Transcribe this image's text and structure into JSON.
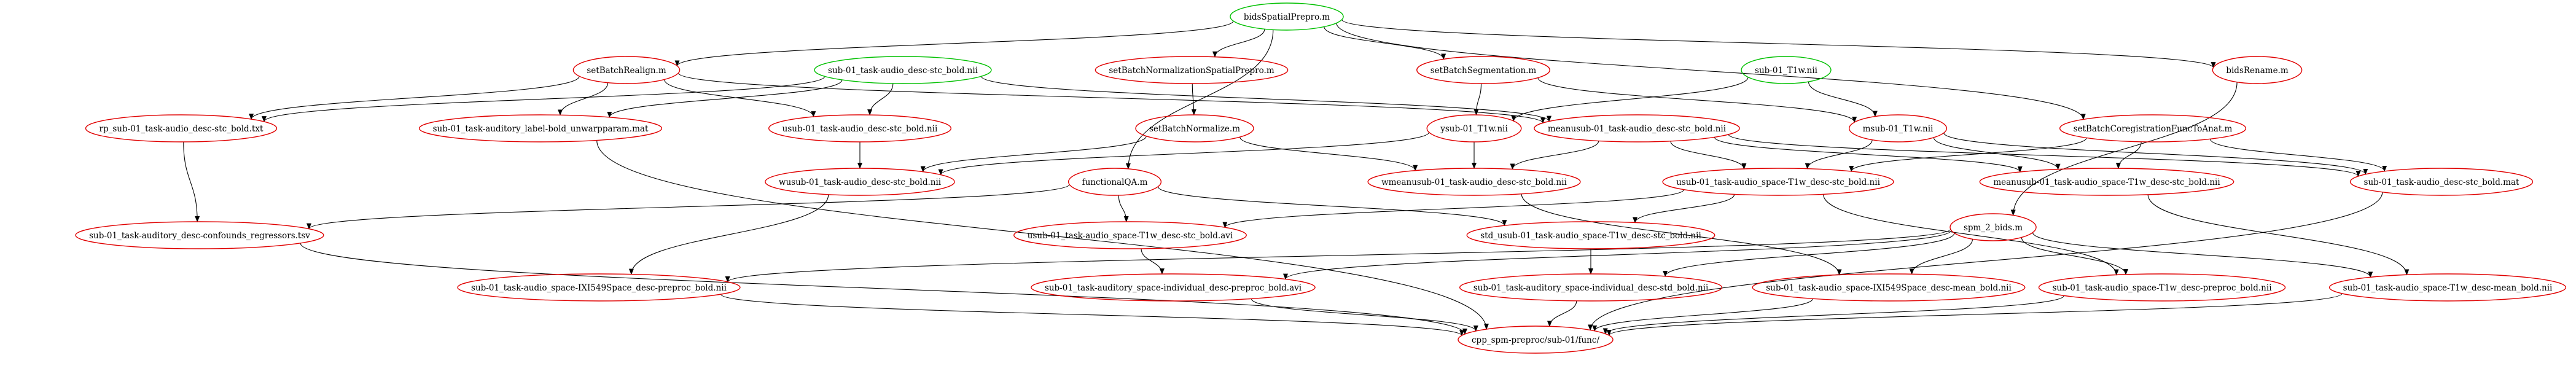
{
  "colors": {
    "input": "#00c000",
    "output": "#e00000",
    "edge": "#000000"
  },
  "nodes": [
    {
      "id": "bidsSpatialPrepro",
      "label": "bidsSpatialPrepro.m",
      "kind": "input"
    },
    {
      "id": "setBatchRealign",
      "label": "setBatchRealign.m",
      "kind": "output"
    },
    {
      "id": "sub01_bold",
      "label": "sub-01_task-audio_desc-stc_bold.nii",
      "kind": "input"
    },
    {
      "id": "setBatchNormSpatial",
      "label": "setBatchNormalizationSpatialPrepro.m",
      "kind": "output"
    },
    {
      "id": "setBatchSegmentation",
      "label": "setBatchSegmentation.m",
      "kind": "output"
    },
    {
      "id": "sub01_T1w",
      "label": "sub-01_T1w.nii",
      "kind": "input"
    },
    {
      "id": "bidsRename",
      "label": "bidsRename.m",
      "kind": "output"
    },
    {
      "id": "rp",
      "label": "rp_sub-01_task-audio_desc-stc_bold.txt",
      "kind": "output"
    },
    {
      "id": "unwarpparam",
      "label": "sub-01_task-auditory_label-bold_unwarpparam.mat",
      "kind": "output"
    },
    {
      "id": "usub",
      "label": "usub-01_task-audio_desc-stc_bold.nii",
      "kind": "output"
    },
    {
      "id": "setBatchNormalize",
      "label": "setBatchNormalize.m",
      "kind": "output"
    },
    {
      "id": "ysub",
      "label": "ysub-01_T1w.nii",
      "kind": "output"
    },
    {
      "id": "meanusub",
      "label": "meanusub-01_task-audio_desc-stc_bold.nii",
      "kind": "output"
    },
    {
      "id": "msub",
      "label": "msub-01_T1w.nii",
      "kind": "output"
    },
    {
      "id": "setBatchCoreg",
      "label": "setBatchCoregistrationFuncToAnat.m",
      "kind": "output"
    },
    {
      "id": "wusub",
      "label": "wusub-01_task-audio_desc-stc_bold.nii",
      "kind": "output"
    },
    {
      "id": "functionalQA",
      "label": "functionalQA.m",
      "kind": "output"
    },
    {
      "id": "wmeanusub",
      "label": "wmeanusub-01_task-audio_desc-stc_bold.nii",
      "kind": "output"
    },
    {
      "id": "usub_space",
      "label": "usub-01_task-audio_space-T1w_desc-stc_bold.nii",
      "kind": "output"
    },
    {
      "id": "meanusub_space",
      "label": "meanusub-01_task-audio_space-T1w_desc-stc_bold.nii",
      "kind": "output"
    },
    {
      "id": "stc_mat",
      "label": "sub-01_task-audio_desc-stc_bold.mat",
      "kind": "output"
    },
    {
      "id": "confounds",
      "label": "sub-01_task-auditory_desc-confounds_regressors.tsv",
      "kind": "output"
    },
    {
      "id": "usub_avi",
      "label": "usub-01_task-audio_space-T1w_desc-stc_bold.avi",
      "kind": "output"
    },
    {
      "id": "std_usub",
      "label": "std_usub-01_task-audio_space-T1w_desc-stc_bold.nii",
      "kind": "output"
    },
    {
      "id": "spm2bids",
      "label": "spm_2_bids.m",
      "kind": "output"
    },
    {
      "id": "ixi_preproc",
      "label": "sub-01_task-audio_space-IXI549Space_desc-preproc_bold.nii",
      "kind": "output"
    },
    {
      "id": "indiv_avi",
      "label": "sub-01_task-auditory_space-individual_desc-preproc_bold.avi",
      "kind": "output"
    },
    {
      "id": "indiv_std",
      "label": "sub-01_task-auditory_space-individual_desc-std_bold.nii",
      "kind": "output"
    },
    {
      "id": "ixi_mean",
      "label": "sub-01_task-audio_space-IXI549Space_desc-mean_bold.nii",
      "kind": "output"
    },
    {
      "id": "t1w_preproc",
      "label": "sub-01_task-audio_space-T1w_desc-preproc_bold.nii",
      "kind": "output"
    },
    {
      "id": "t1w_mean",
      "label": "sub-01_task-audio_space-T1w_desc-mean_bold.nii",
      "kind": "output"
    },
    {
      "id": "cpp_func",
      "label": "cpp_spm-preproc/sub-01/func/",
      "kind": "output"
    }
  ],
  "edges": [
    [
      "bidsSpatialPrepro",
      "setBatchRealign"
    ],
    [
      "bidsSpatialPrepro",
      "setBatchNormSpatial"
    ],
    [
      "bidsSpatialPrepro",
      "setBatchSegmentation"
    ],
    [
      "bidsSpatialPrepro",
      "functionalQA"
    ],
    [
      "bidsSpatialPrepro",
      "setBatchCoreg"
    ],
    [
      "bidsSpatialPrepro",
      "bidsRename"
    ],
    [
      "setBatchRealign",
      "rp"
    ],
    [
      "setBatchRealign",
      "unwarpparam"
    ],
    [
      "setBatchRealign",
      "usub"
    ],
    [
      "setBatchRealign",
      "meanusub"
    ],
    [
      "sub01_bold",
      "rp"
    ],
    [
      "sub01_bold",
      "unwarpparam"
    ],
    [
      "sub01_bold",
      "usub"
    ],
    [
      "sub01_bold",
      "meanusub"
    ],
    [
      "setBatchNormSpatial",
      "setBatchNormalize"
    ],
    [
      "setBatchSegmentation",
      "ysub"
    ],
    [
      "setBatchSegmentation",
      "msub"
    ],
    [
      "sub01_T1w",
      "ysub"
    ],
    [
      "sub01_T1w",
      "msub"
    ],
    [
      "rp",
      "confounds"
    ],
    [
      "unwarpparam",
      "cpp_func"
    ],
    [
      "usub",
      "wusub"
    ],
    [
      "setBatchNormalize",
      "wusub"
    ],
    [
      "setBatchNormalize",
      "wmeanusub"
    ],
    [
      "ysub",
      "wusub"
    ],
    [
      "ysub",
      "wmeanusub"
    ],
    [
      "meanusub",
      "wmeanusub"
    ],
    [
      "meanusub",
      "usub_space"
    ],
    [
      "meanusub",
      "meanusub_space"
    ],
    [
      "meanusub",
      "stc_mat"
    ],
    [
      "msub",
      "usub_space"
    ],
    [
      "msub",
      "meanusub_space"
    ],
    [
      "msub",
      "stc_mat"
    ],
    [
      "setBatchCoreg",
      "usub_space"
    ],
    [
      "setBatchCoreg",
      "meanusub_space"
    ],
    [
      "setBatchCoreg",
      "stc_mat"
    ],
    [
      "wusub",
      "ixi_preproc"
    ],
    [
      "functionalQA",
      "confounds"
    ],
    [
      "functionalQA",
      "usub_avi"
    ],
    [
      "functionalQA",
      "std_usub"
    ],
    [
      "usub_space",
      "usub_avi"
    ],
    [
      "usub_space",
      "std_usub"
    ],
    [
      "usub_space",
      "t1w_preproc"
    ],
    [
      "bidsRename",
      "spm2bids"
    ],
    [
      "wmeanusub",
      "ixi_mean"
    ],
    [
      "meanusub_space",
      "t1w_mean"
    ],
    [
      "stc_mat",
      "cpp_func"
    ],
    [
      "confounds",
      "cpp_func"
    ],
    [
      "usub_avi",
      "indiv_avi"
    ],
    [
      "std_usub",
      "indiv_std"
    ],
    [
      "spm2bids",
      "ixi_preproc"
    ],
    [
      "spm2bids",
      "indiv_avi"
    ],
    [
      "spm2bids",
      "indiv_std"
    ],
    [
      "spm2bids",
      "ixi_mean"
    ],
    [
      "spm2bids",
      "t1w_preproc"
    ],
    [
      "spm2bids",
      "t1w_mean"
    ],
    [
      "ixi_preproc",
      "cpp_func"
    ],
    [
      "indiv_avi",
      "cpp_func"
    ],
    [
      "indiv_std",
      "cpp_func"
    ],
    [
      "ixi_mean",
      "cpp_func"
    ],
    [
      "t1w_preproc",
      "cpp_func"
    ],
    [
      "t1w_mean",
      "cpp_func"
    ]
  ]
}
